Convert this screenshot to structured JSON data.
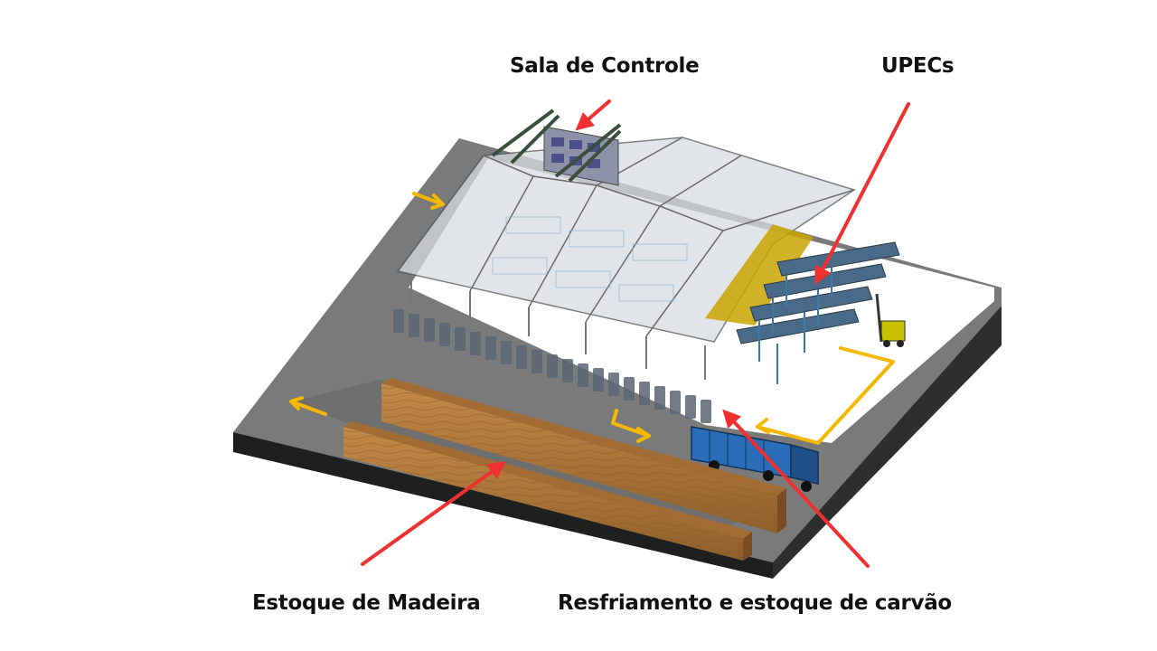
{
  "labels": {
    "control_room": "Sala de Controle",
    "upecs": "UPECs",
    "wood_stock": "Estoque de Madeira",
    "charcoal": "Resfriamento e estoque de carvão"
  },
  "colors": {
    "pointer_arrow": "#f03030",
    "flow_arrow": "#f5b800",
    "ground": "#7a7a7a",
    "base": "#2a2a2a",
    "roof": "#d8dde2",
    "wood": "#b07a3a",
    "truck": "#2a6db8",
    "kiln": "#5b6575"
  },
  "icons": {
    "pointer": "red-arrow-icon",
    "flow": "yellow-flow-arrow-icon",
    "vehicle": "truck-icon",
    "forklift": "forklift-icon"
  }
}
